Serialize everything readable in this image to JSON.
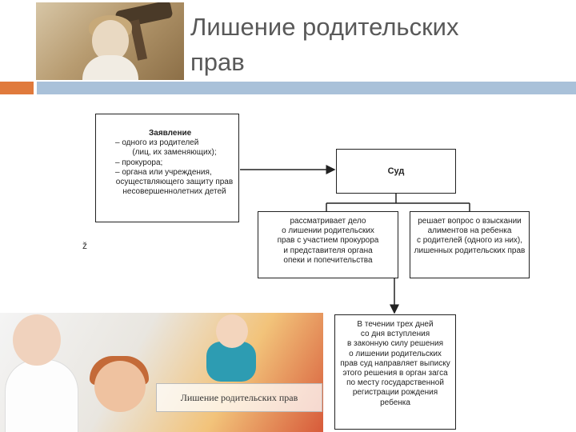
{
  "header": {
    "title_line1": "Лишение родительских",
    "title_line2": "прав"
  },
  "diagram": {
    "statement": {
      "title": "Заявление",
      "lines": [
        "– одного из родителей",
        "(лиц, их заменяющих);",
        "– прокурора;",
        "– органа или учреждения,",
        "осуществляющего защиту прав",
        "несовершеннолетних детей"
      ]
    },
    "court": "Суд",
    "consider": [
      "рассматривает дело",
      "о лишении родительских",
      "прав с участием прокурора",
      "и представителя органа",
      "опеки и попечительства"
    ],
    "alimony": [
      "решает вопрос о взыскании",
      "алиментов на ребенка",
      "с родителей (одного из них),",
      "лишенных родительских прав"
    ],
    "extract": [
      "В течении трех дней",
      "со дня вступления",
      "в законную силу решения",
      "о лишении родительских",
      "прав суд направляет выписку",
      "этого решения в орган загса",
      "по месту государственной",
      "регистрации рождения",
      "ребенка"
    ],
    "tiny_mark": "ž"
  },
  "photo": {
    "caption": "Лишение родительских прав"
  },
  "colors": {
    "accent_orange": "#e07a3c",
    "accent_blue": "#a9c1d9",
    "title_gray": "#595959"
  }
}
